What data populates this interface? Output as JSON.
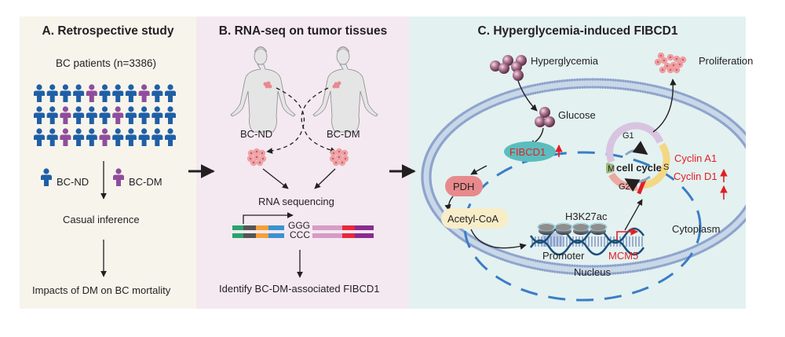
{
  "panels": {
    "a": {
      "title": "A. Retrospective study",
      "cohort_label": "BC patients (n=3386)",
      "pictogram_rows": [
        [
          "nd",
          "nd",
          "nd",
          "nd",
          "dm",
          "nd",
          "nd",
          "nd",
          "dm",
          "nd",
          "nd"
        ],
        [
          "nd",
          "nd",
          "dm",
          "nd",
          "nd",
          "nd",
          "dm",
          "nd",
          "nd",
          "nd",
          "nd"
        ],
        [
          "nd",
          "nd",
          "dm",
          "nd",
          "nd",
          "dm",
          "nd",
          "nd",
          "nd",
          "nd",
          "nd"
        ]
      ],
      "legend": [
        {
          "key": "nd",
          "label": "BC-ND",
          "color": "#1f5fa6"
        },
        {
          "key": "dm",
          "label": "BC-DM",
          "color": "#8e4e9b"
        }
      ],
      "step1": "Casual inference",
      "step2": "Impacts of DM on BC mortality"
    },
    "b": {
      "title": "B. RNA-seq on tumor tissues",
      "left_label": "BC-ND",
      "right_label": "BC-DM",
      "step1": "RNA sequencing",
      "seq_top": "GGG",
      "seq_bottom": "CCC",
      "step2": "Identify BC-DM-associated FIBCD1"
    },
    "c": {
      "title": "C. Hyperglycemia-induced FIBCD1",
      "hyperglycemia": "Hyperglycemia",
      "glucose": "Glucose",
      "fibcd1": "FIBCD1",
      "pdh": "PDH",
      "acetyl_coa": "Acetyl-CoA",
      "h3k27ac": "H3K27ac",
      "promoter": "Promoter",
      "mcm5": "MCM5",
      "nucleus": "Nucleus",
      "cytoplasm": "Cytoplasm",
      "proliferation": "Proliferation",
      "cell_cycle": {
        "center": "cell cycle",
        "phases": [
          "G1",
          "S",
          "G2",
          "M"
        ]
      },
      "cyclins": [
        "Cyclin A1",
        "Cyclin D1"
      ]
    }
  },
  "colors": {
    "nd_blue": "#1f5fa6",
    "dm_purple": "#8e4e9b",
    "up_red": "#e31e24",
    "fibcd1_teal": "#5bbdbd",
    "pdh_pink": "#e88a8c",
    "acetyl_yellow": "#f7edc9",
    "membrane": "#8ea3cc",
    "nucleus_dash": "#3a7dc6"
  }
}
